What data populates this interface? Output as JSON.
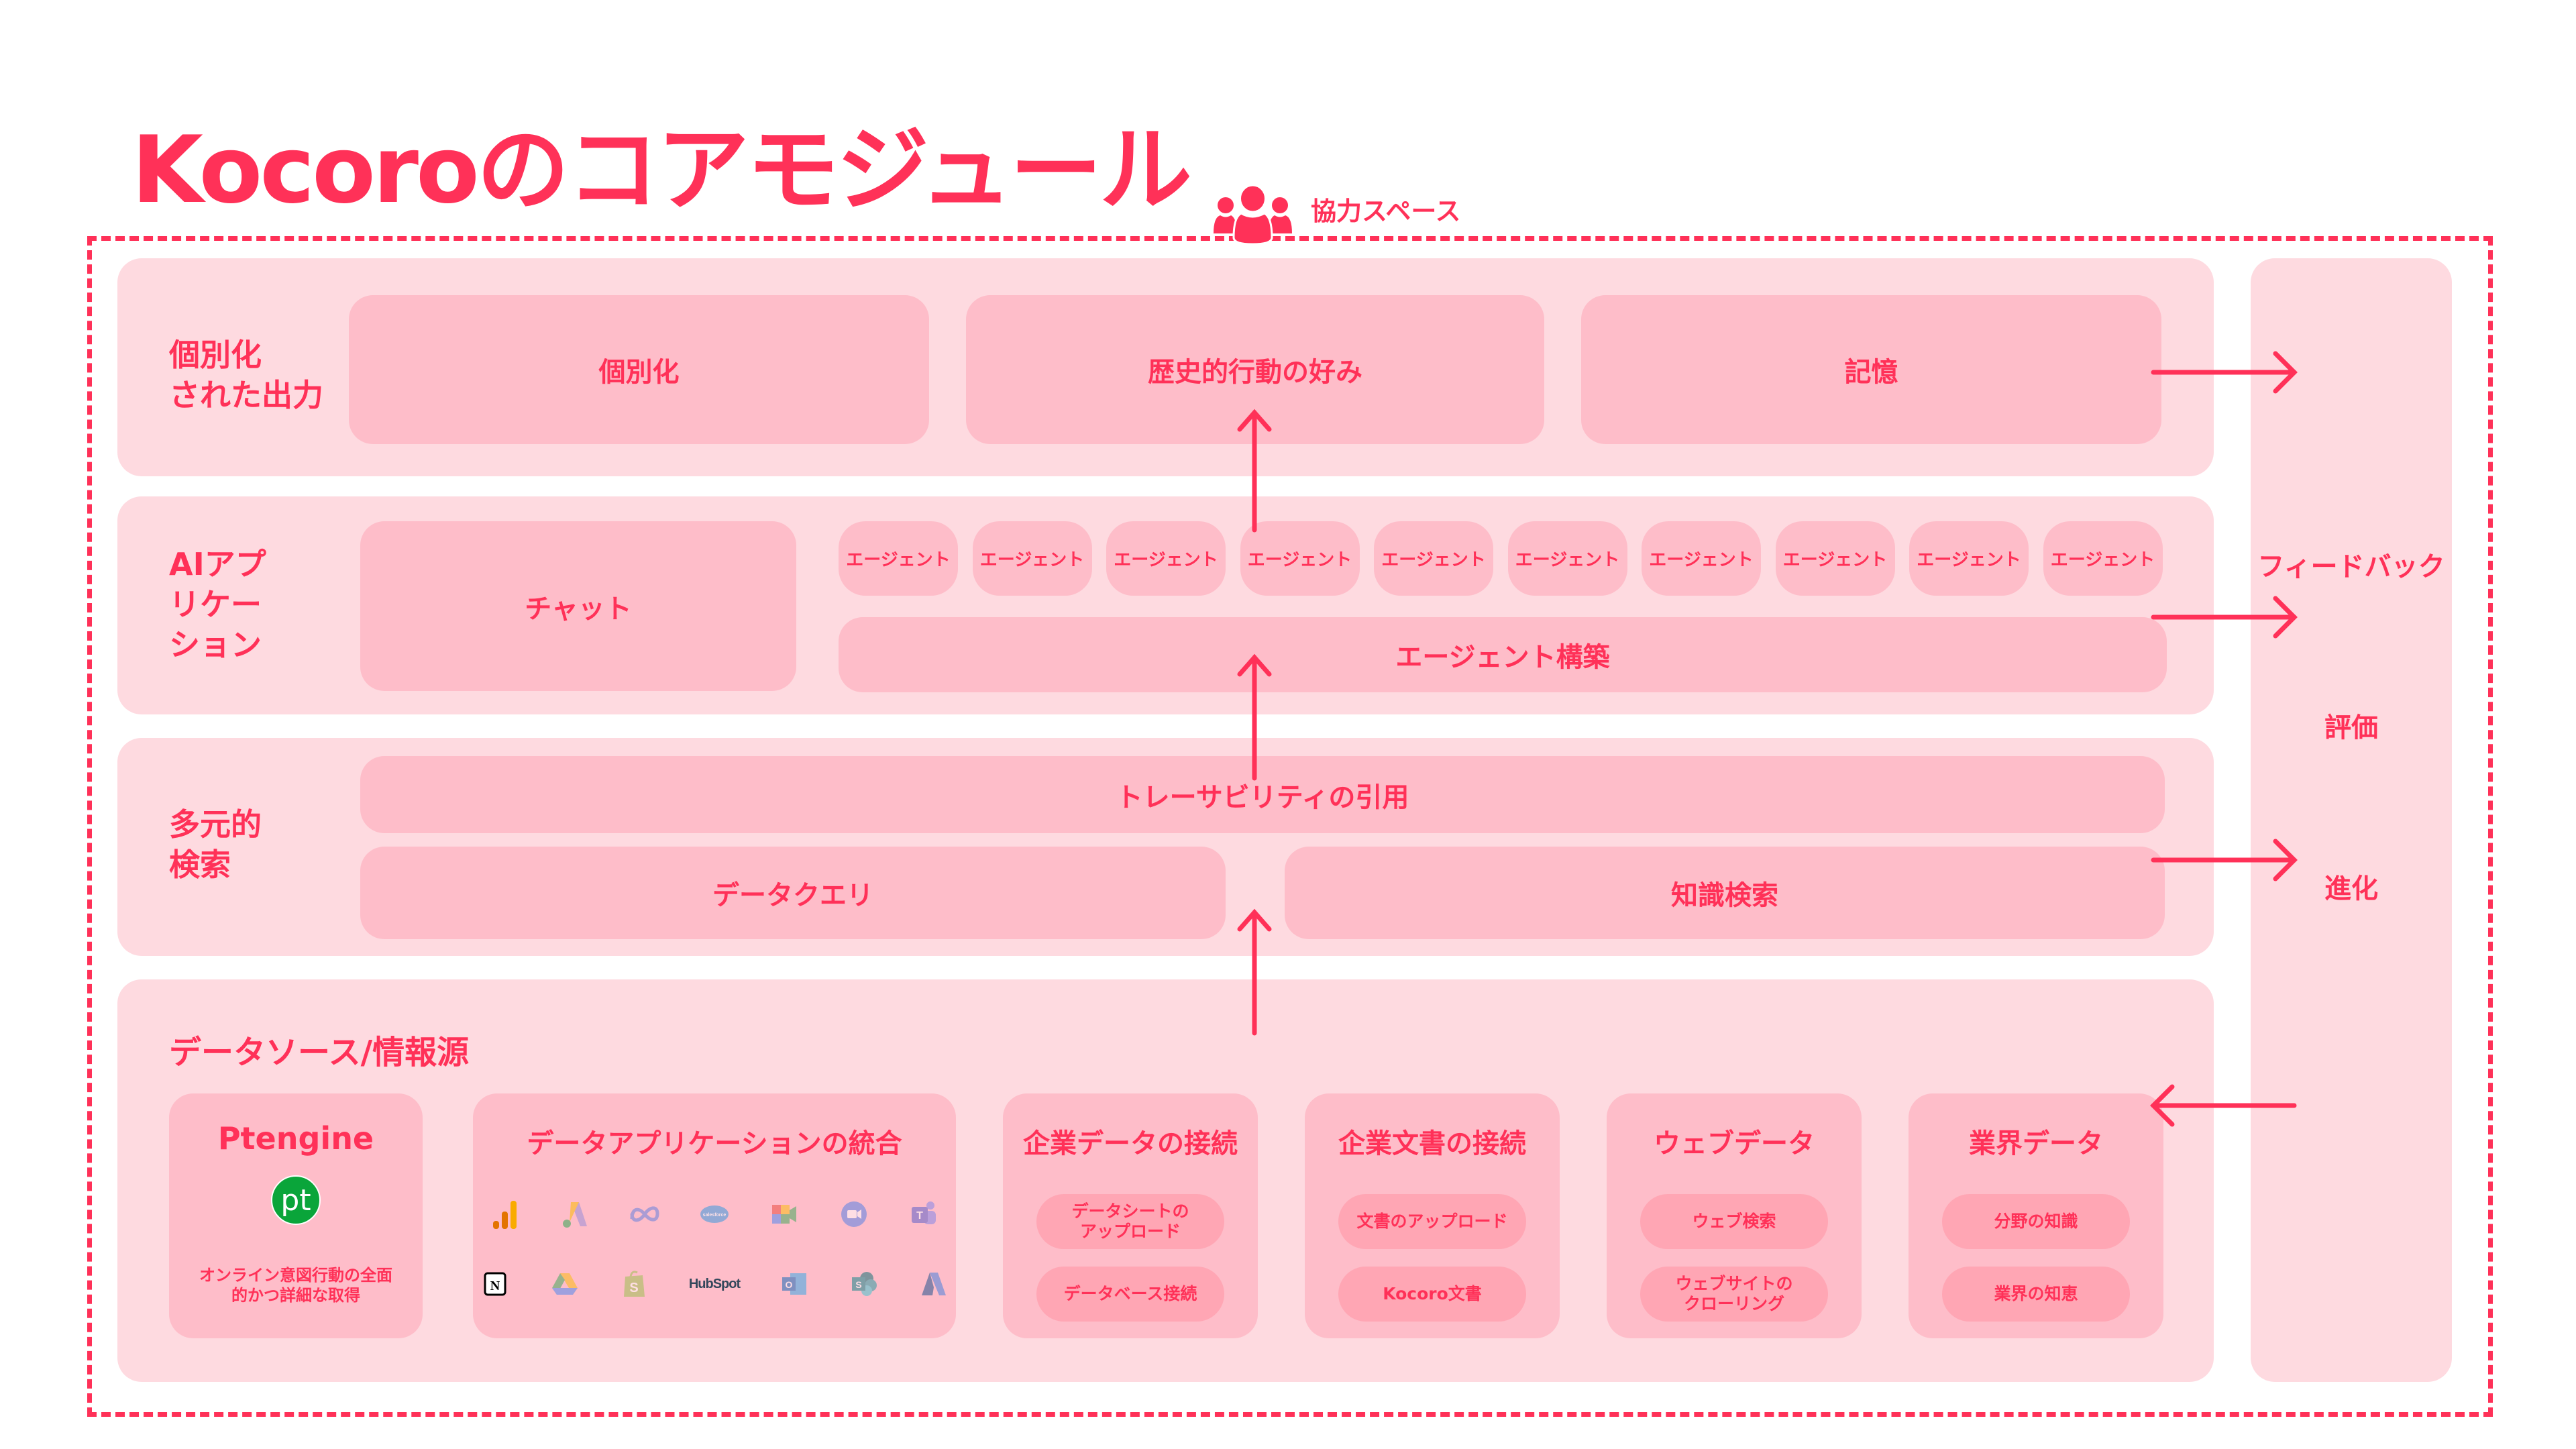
{
  "title": "Kocoroのコアモジュール",
  "collab_space": {
    "label": "協力スペース",
    "icon": "users-group-icon"
  },
  "colors": {
    "accent": "#ff3158",
    "row_bg": "#fedae0",
    "box_bg": "#febdc9",
    "pill_bg": "#ffa6b4",
    "ptengine_green": "#0aa53a"
  },
  "layers": {
    "personalized_output": {
      "label": "個別化\nされた出力",
      "boxes": [
        "個別化",
        "歴史的行動の好み",
        "記憶"
      ]
    },
    "ai_applications": {
      "label": "AIアプ\nリケー\nション",
      "chat": "チャット",
      "agents": [
        "エージェント",
        "エージェント",
        "エージェント",
        "エージェント",
        "エージェント",
        "エージェント",
        "エージェント",
        "エージェント",
        "エージェント",
        "エージェント"
      ],
      "agent_builder": "エージェント構築"
    },
    "multi_search": {
      "label": "多元的\n検索",
      "traceability": "トレーサビリティの引用",
      "data_query": "データクエリ",
      "knowledge_search": "知識検索"
    },
    "data_sources": {
      "label": "データソース/情報源",
      "ptengine": {
        "title": "Ptengine",
        "logo_text": "pt",
        "description": "オンライン意図行動の全面\n的かつ詳細な取得"
      },
      "app_integration": {
        "title": "データアプリケーションの統合",
        "icons_row1": [
          "google-analytics-icon",
          "google-ads-icon",
          "meta-icon",
          "salesforce-icon",
          "google-meet-icon",
          "zoom-icon",
          "teams-icon"
        ],
        "icons_row2": [
          "notion-icon",
          "google-drive-icon",
          "shopify-icon",
          "hubspot-icon",
          "outlook-icon",
          "sharepoint-icon",
          "azure-icon"
        ],
        "hubspot_text": "HubSpot",
        "salesforce_text": "salesforce"
      },
      "cards": [
        {
          "title": "企業データの接続",
          "items": [
            "データシートの\nアップロード",
            "データベース接続"
          ]
        },
        {
          "title": "企業文書の接続",
          "items": [
            "文書のアップロード",
            "Kocoro文書"
          ]
        },
        {
          "title": "ウェブデータ",
          "items": [
            "ウェブ検索",
            "ウェブサイトの\nクローリング"
          ]
        },
        {
          "title": "業界データ",
          "items": [
            "分野の知識",
            "業界の知恵"
          ]
        }
      ]
    }
  },
  "feedback_panel": {
    "title": "フィードバック",
    "items": [
      "評価",
      "進化"
    ]
  }
}
